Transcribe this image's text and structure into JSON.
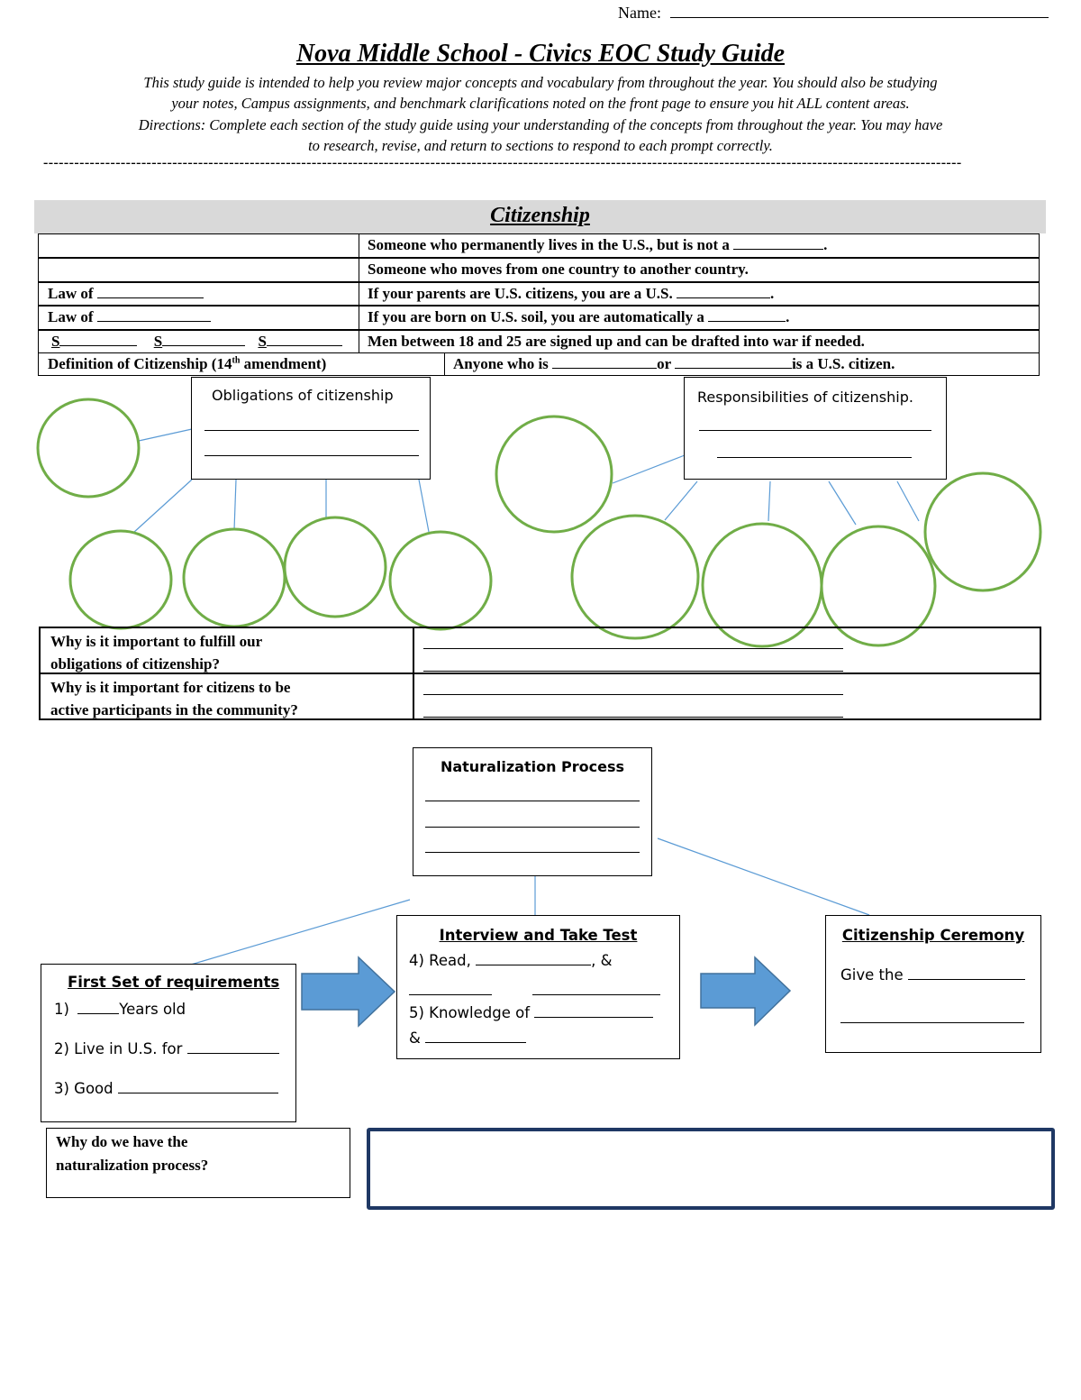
{
  "header": {
    "name_label": "Name:",
    "title": "Nova Middle School - Civics EOC Study Guide",
    "intro_1": "This study guide is intended to help you review major concepts and vocabulary from throughout the year.  You should also be studying",
    "intro_2": "your notes, Campus assignments, and benchmark clarifications noted on the front page to ensure you hit ALL content areas.",
    "intro_3": "Directions: Complete each section of the study guide using your understanding of the concepts from throughout the year.  You may have",
    "intro_4": "to research, revise, and return to sections to respond to each prompt correctly.",
    "divider": "----------------------------------------------------------------------------------------------------------------------------------------------------------------------------------"
  },
  "section": {
    "title": "Citizenship"
  },
  "vocab": {
    "r1_right_a": "Someone who permanently lives in the U.S., but is not a ",
    "r1_right_b": ".",
    "r2_right": "Someone who moves from one country to another country.",
    "r3_left": "Law of ",
    "r3_right_a": "If your parents are U.S. citizens, you are a U.S. ",
    "r3_right_b": ".",
    "r4_left": "Law of ",
    "r4_right_a": "If you are born on U.S. soil, you are automatically a ",
    "r4_right_b": ".",
    "r5_s1": "S",
    "r5_s2": "S",
    "r5_s3": "S",
    "r5_right": "Men between 18 and 25 are signed up and can be drafted into war if needed.",
    "r6_left_a": "Definition of Citizenship (14",
    "r6_left_sup": "th",
    "r6_left_b": " amendment)",
    "r6_right_a": "Anyone who is ",
    "r6_right_or": "or ",
    "r6_right_b": "is a U.S. citizen."
  },
  "obligations": {
    "label": "Obligations of citizenship"
  },
  "responsibilities": {
    "label": "Responsibilities of citizenship."
  },
  "why": {
    "q1_a": "Why is it important to fulfill our",
    "q1_b": "obligations of citizenship?",
    "q2_a": "Why is it important for citizens to be",
    "q2_b": "active participants in the community?"
  },
  "naturalization": {
    "label": "Naturalization Process"
  },
  "first_set": {
    "title": "First Set of requirements",
    "item1_num": "1)",
    "item1_text": "Years old",
    "item2": "2) Live in U.S. for",
    "item3": "3) Good"
  },
  "interview": {
    "title": "Interview and Take Test",
    "item4_a": "4) Read,",
    "item4_b": ", &",
    "item5": "5) Knowledge of",
    "amp": "&"
  },
  "ceremony": {
    "title": "Citizenship Ceremony",
    "give": "Give the"
  },
  "why_nat": {
    "q_a": "Why do we have the",
    "q_b": "naturalization process?"
  },
  "colors": {
    "circle": "#70ad47",
    "connector": "#5b9bd5",
    "arrow_fill": "#5b9bd5",
    "arrow_stroke": "#41719c",
    "answer_box": "#1f3864",
    "section_bar": "#d9d9d9"
  }
}
